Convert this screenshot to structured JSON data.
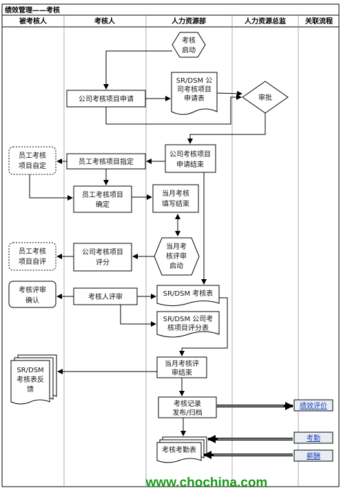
{
  "title": "绩效管理——考核",
  "lanes": [
    "被考核人",
    "考核人",
    "人力资源部",
    "人力资源总监",
    "关联流程"
  ],
  "nodes": {
    "start": [
      "考核",
      "启动"
    ],
    "apply": [
      "公司考核项目申请"
    ],
    "sr_form": [
      "SR/DSM 公",
      "司考核项目",
      "申请表"
    ],
    "approve": [
      "审批"
    ],
    "apply_end": [
      "公司考核项目",
      "申请结束"
    ],
    "assign": [
      "员工考核项目指定"
    ],
    "self_set": [
      "员工考核",
      "项目自定"
    ],
    "confirm": [
      "员工考核项目",
      "确定"
    ],
    "fill_end": [
      "当月考核",
      "填写结束"
    ],
    "month_start": [
      "当月考",
      "核评审",
      "启动"
    ],
    "company_score": [
      "公司考核项目",
      "评分"
    ],
    "self_eval": [
      "员工考核",
      "项目自评"
    ],
    "review_confirm": [
      "考核评审",
      "确认"
    ],
    "reviewer": [
      "考核人评审"
    ],
    "sr_table": [
      "SR/DSM 考核表"
    ],
    "sr_score": [
      "SR/DSM 公司考",
      "核项目评分表"
    ],
    "sr_feedback": [
      "SR/DSM",
      "考核表反",
      "馈"
    ],
    "month_end": [
      "当月考核评",
      "审结束"
    ],
    "record": [
      "考核记录",
      "发布/归档"
    ],
    "attendance_table": [
      "考核考勤表"
    ]
  },
  "related": {
    "perf_eval": "绩效评价",
    "attendance": "考勤",
    "salary": "薪酬"
  },
  "watermark": "www.chochina.com"
}
